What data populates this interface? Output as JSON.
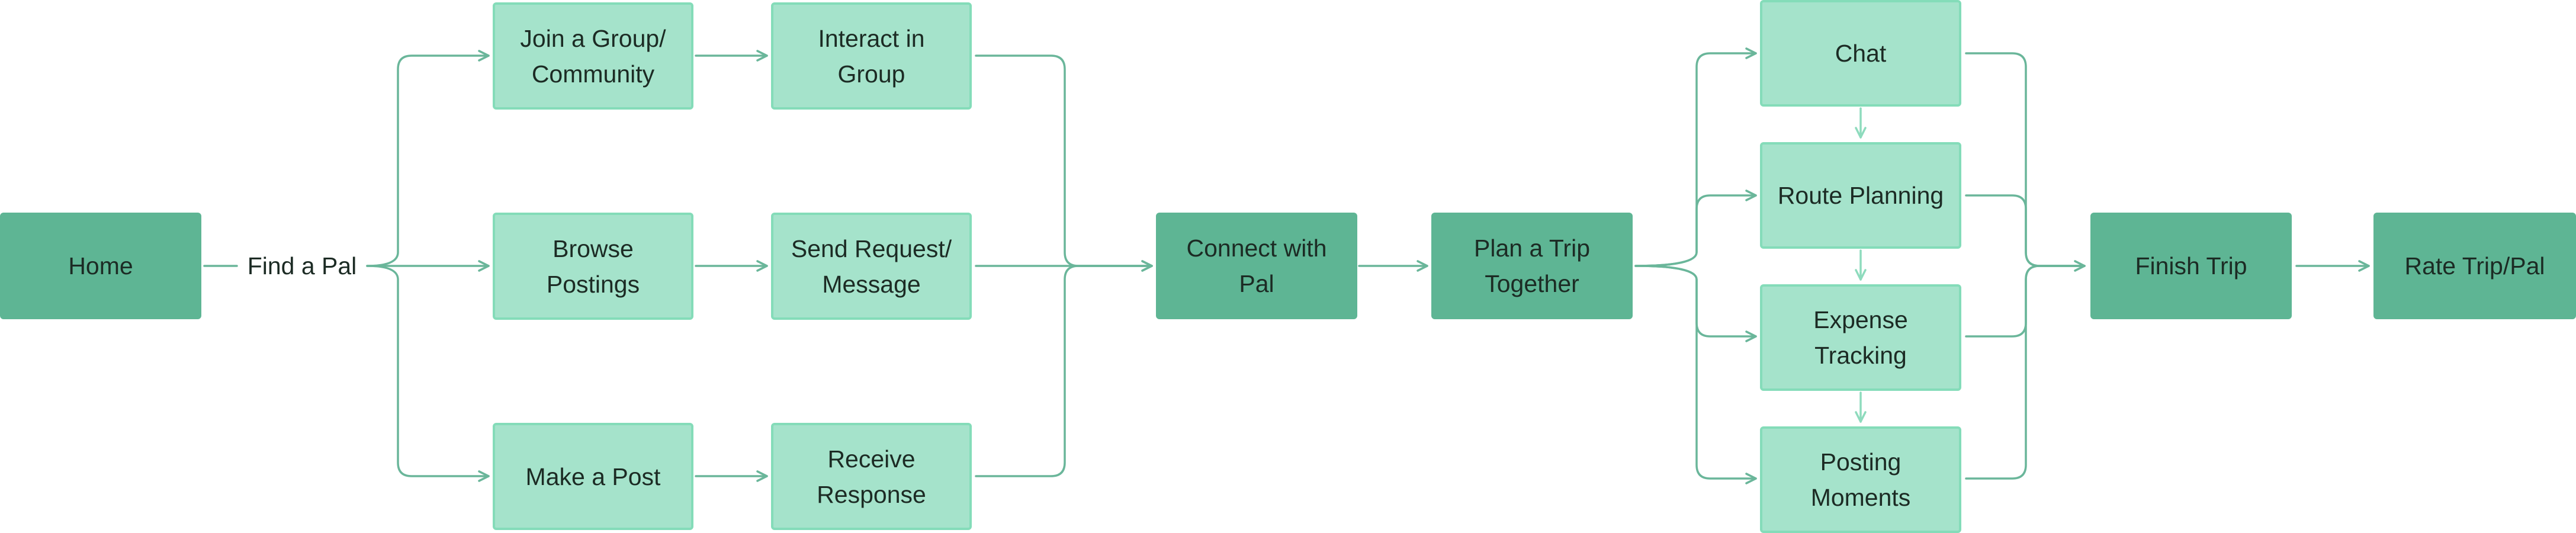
{
  "diagram": {
    "colors": {
      "primary_fill": "#5eb594",
      "secondary_fill": "#a5e3cb",
      "secondary_border": "#84dcb9",
      "connector": "#6ab69a",
      "connector_light": "#8edbbd",
      "text": "#1c2b24"
    },
    "nodes": {
      "home": "Home",
      "find_pal": "Find a Pal",
      "join_group": "Join a Group/\nCommunity",
      "interact_group": "Interact in\nGroup",
      "browse_postings": "Browse\nPostings",
      "send_request": "Send Request/\nMessage",
      "make_post": "Make a Post",
      "receive_response": "Receive\nResponse",
      "connect_pal": "Connect with\nPal",
      "plan_trip": "Plan a Trip\nTogether",
      "chat": "Chat",
      "route_planning": "Route Planning",
      "expense_tracking": "Expense\nTracking",
      "posting_moments": "Posting\nMoments",
      "finish_trip": "Finish Trip",
      "rate_trip": "Rate Trip/Pal"
    },
    "edges": [
      {
        "from": "home",
        "to": "find_pal"
      },
      {
        "from": "find_pal",
        "to": "join_group"
      },
      {
        "from": "find_pal",
        "to": "browse_postings"
      },
      {
        "from": "find_pal",
        "to": "make_post"
      },
      {
        "from": "join_group",
        "to": "interact_group"
      },
      {
        "from": "browse_postings",
        "to": "send_request"
      },
      {
        "from": "make_post",
        "to": "receive_response"
      },
      {
        "from": "interact_group",
        "to": "connect_pal"
      },
      {
        "from": "send_request",
        "to": "connect_pal"
      },
      {
        "from": "receive_response",
        "to": "connect_pal"
      },
      {
        "from": "connect_pal",
        "to": "plan_trip"
      },
      {
        "from": "plan_trip",
        "to": "chat"
      },
      {
        "from": "plan_trip",
        "to": "route_planning"
      },
      {
        "from": "plan_trip",
        "to": "expense_tracking"
      },
      {
        "from": "plan_trip",
        "to": "posting_moments"
      },
      {
        "from": "chat",
        "to": "route_planning"
      },
      {
        "from": "route_planning",
        "to": "expense_tracking"
      },
      {
        "from": "expense_tracking",
        "to": "posting_moments"
      },
      {
        "from": "chat",
        "to": "finish_trip"
      },
      {
        "from": "route_planning",
        "to": "finish_trip"
      },
      {
        "from": "expense_tracking",
        "to": "finish_trip"
      },
      {
        "from": "posting_moments",
        "to": "finish_trip"
      },
      {
        "from": "finish_trip",
        "to": "rate_trip"
      }
    ]
  }
}
